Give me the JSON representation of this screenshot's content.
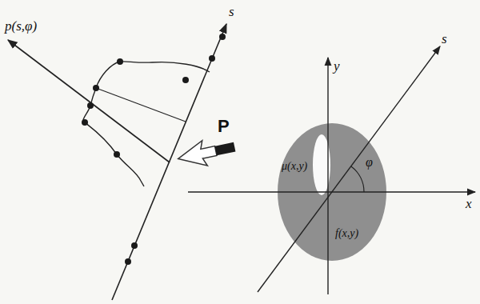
{
  "diagram": {
    "labels": [
      "p(s,φ)",
      "s",
      "P",
      "y",
      "s",
      "μ(x,y)",
      "φ",
      "x",
      "f(x,y)"
    ]
  }
}
